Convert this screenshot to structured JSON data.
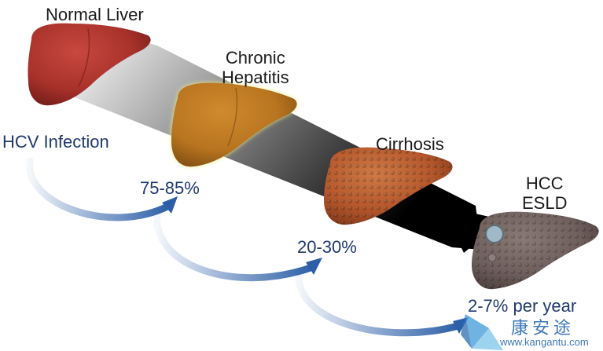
{
  "stages": {
    "normal": {
      "title": "Normal Liver"
    },
    "chronic": {
      "line1": "Chronic",
      "line2": "Hepatitis"
    },
    "cirrhosis": {
      "title": "Cirrhosis"
    },
    "hcc": {
      "line1": "HCC",
      "line2": "ESLD"
    }
  },
  "start_label": "HCV Infection",
  "rates": {
    "chronic": "75-85%",
    "cirrhosis": "20-30%",
    "hcc": "2-7% per year"
  },
  "watermark": {
    "chinese": "康安途",
    "url": "www.kangantu.com"
  },
  "colors": {
    "normal_liver": "#a8322b",
    "chronic_liver": "#b8741f",
    "chronic_glow": "#ecec8a",
    "cirrhosis_liver": "#b5562a",
    "hcc_liver": "#6f5f5c",
    "tumor": "#9fb9c8",
    "arrow_blue": "#2d5fa8",
    "text_blue": "#1f3a6e",
    "wedge_dark": "#000000"
  }
}
